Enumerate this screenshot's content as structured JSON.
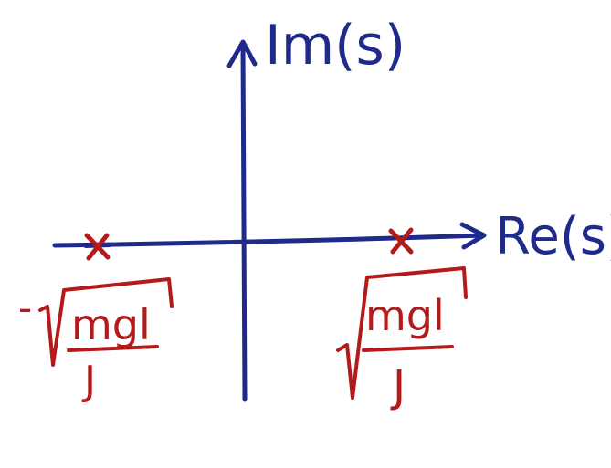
{
  "colors": {
    "axis_ink": "#1f2a8a",
    "pole_ink": "#b31b1b",
    "background": "#ffffff"
  },
  "axes": {
    "imaginary_label": "Im(s)",
    "real_label": "Re(s)"
  },
  "poles": [
    {
      "side": "negative",
      "marker": "x",
      "label_sign": "-",
      "label_numerator": "mgl",
      "label_denominator": "J"
    },
    {
      "side": "positive",
      "marker": "x",
      "label_sign": "",
      "label_numerator": "mgl",
      "label_denominator": "J"
    }
  ]
}
